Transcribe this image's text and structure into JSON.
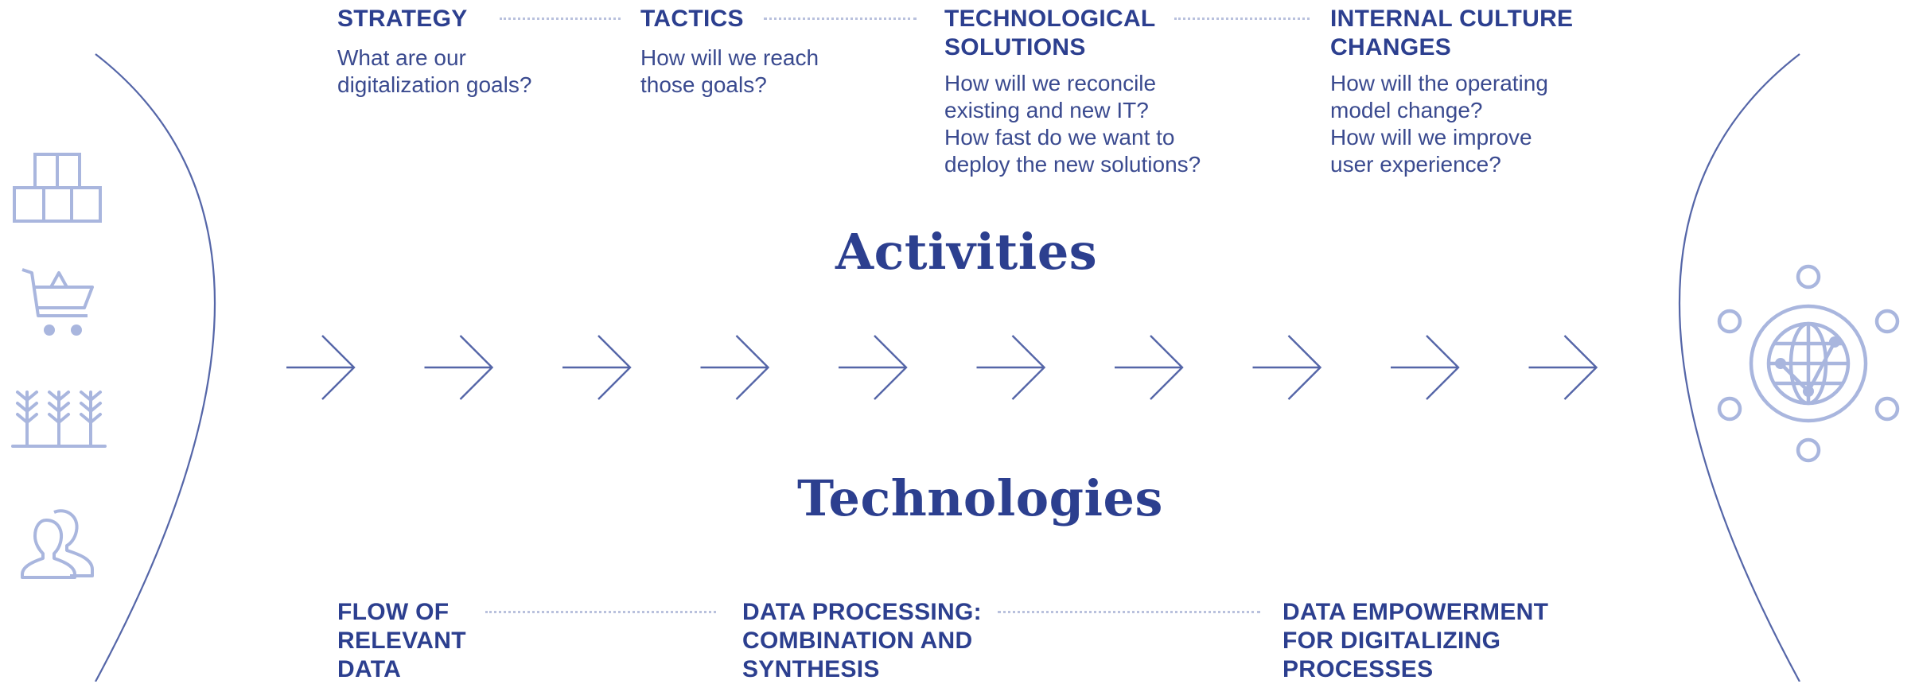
{
  "activities": [
    {
      "title_lines": [
        "STRATEGY"
      ],
      "question_lines": [
        "What are our",
        "digitalization goals?"
      ]
    },
    {
      "title_lines": [
        "TACTICS"
      ],
      "question_lines": [
        "How will we reach",
        "those goals?"
      ]
    },
    {
      "title_lines": [
        "TECHNOLOGICAL",
        "SOLUTIONS"
      ],
      "question_lines": [
        "How will we reconcile",
        "existing and new IT?",
        "How fast do we want to",
        "deploy the new solutions?"
      ]
    },
    {
      "title_lines": [
        "INTERNAL CULTURE",
        "CHANGES"
      ],
      "question_lines": [
        "How will the operating",
        "model change?",
        "How will we improve",
        "user experience?"
      ]
    }
  ],
  "labels": {
    "activities": "Activities",
    "technologies": "Technologies"
  },
  "technologies": [
    {
      "title_lines": [
        "FLOW OF",
        "RELEVANT",
        "DATA"
      ]
    },
    {
      "title_lines": [
        "DATA PROCESSING:",
        "COMBINATION AND",
        "SYNTHESIS"
      ]
    },
    {
      "title_lines": [
        "DATA EMPOWERMENT",
        "FOR DIGITALIZING",
        "PROCESSES"
      ]
    }
  ],
  "left_icons": [
    "building-blocks-icon",
    "shopping-cart-icon",
    "wheat-crop-icon",
    "people-icon"
  ],
  "right_icon": "connected-globe-icon",
  "arrow_count": 10,
  "colors": {
    "heading": "#2c3f8f",
    "text": "#3a4a8f",
    "line": "#5566a8",
    "icon": "#a9b6de",
    "dots": "#b9c1dd"
  }
}
